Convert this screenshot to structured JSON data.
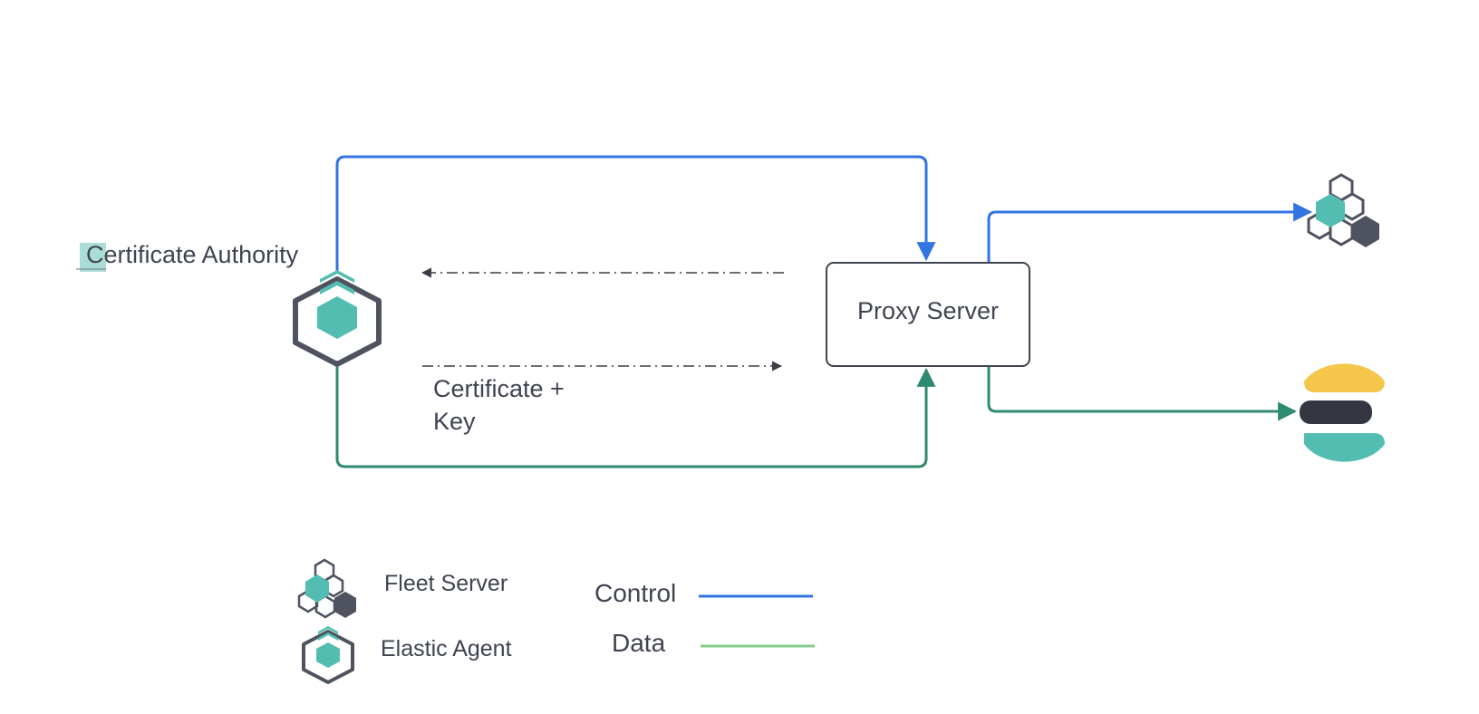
{
  "nodes": {
    "certificate_authority": "Certificate Authority",
    "proxy_server": "Proxy Server",
    "certificate_key_line1": "Certificate +",
    "certificate_key_line2": "Key"
  },
  "legend": {
    "fleet_server": "Fleet Server",
    "elastic_agent": "Elastic Agent",
    "control": "Control",
    "data": "Data"
  },
  "colors": {
    "control": "#3374e0",
    "data": "#2f8a72",
    "data_legend": "#85cc8c",
    "dashed": "#3a3d44",
    "agent_teal": "#54bdb2",
    "icon_dark": "#4e535f",
    "proxy_border": "#3f4450",
    "es_yellow": "#f4c649",
    "es_dark": "#343741"
  },
  "icons": {
    "elastic_agent": "elastic-agent-icon",
    "fleet_server": "fleet-server-icon",
    "elasticsearch": "elasticsearch-icon"
  }
}
